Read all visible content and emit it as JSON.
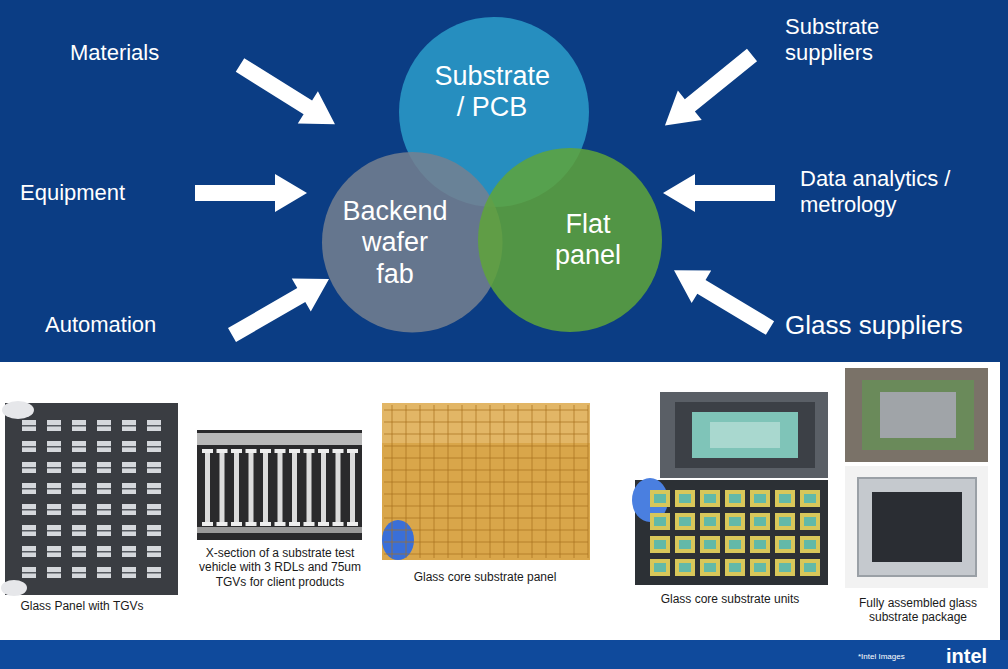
{
  "diagram": {
    "nodes": [
      {
        "text": [
          "Substrate / PCB"
        ]
      },
      {
        "text": [
          "Backend wafer fab"
        ]
      },
      {
        "text": [
          "Flat panel"
        ]
      }
    ],
    "labels": [
      "Materials",
      "Equipment",
      "Automation",
      "Substrate suppliers",
      "Data analytics / metrology",
      "Glass suppliers",
      "Glass Panel with TGVs",
      "X-section of a substrate test vehicle with 3 RDLs and 75um TGVs for client products",
      "Glass core substrate panel",
      "Glass core substrate units",
      "Fully assembled glass substrate package",
      "*Intel Images",
      "intel"
    ]
  }
}
